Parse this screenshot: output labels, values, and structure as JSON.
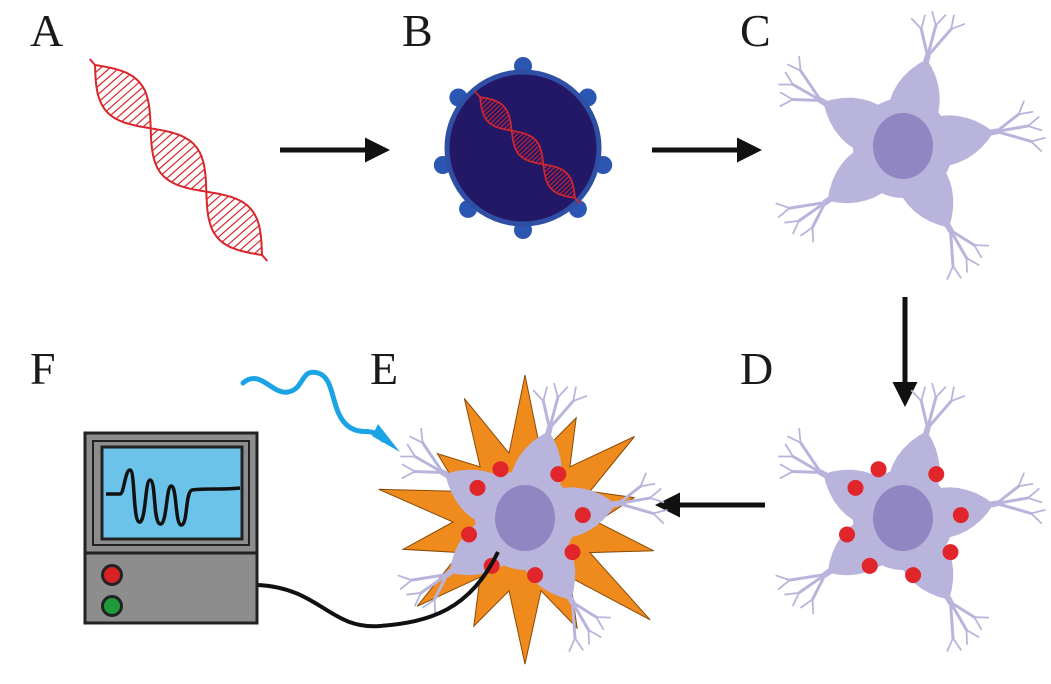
{
  "panels": {
    "a": {
      "label": "A"
    },
    "b": {
      "label": "B"
    },
    "c": {
      "label": "C"
    },
    "d": {
      "label": "D"
    },
    "e": {
      "label": "E"
    },
    "f": {
      "label": "F"
    }
  },
  "colors": {
    "dna": "#d8262c",
    "virus_body": "#231866",
    "virus_rim": "#2e4fa3",
    "virus_spike": "#2b56b1",
    "neuron_body": "#b9b4dc",
    "neuron_nucleus": "#8f86c2",
    "receptor": "#e0262b",
    "burst": "#ef8a1c",
    "light_wave": "#1ca3e6",
    "arrow": "#111111",
    "monitor_case": "#8d8d8d",
    "monitor_screen": "#6cc3ea",
    "button_red": "#d62222",
    "button_green": "#1f9a3a"
  }
}
